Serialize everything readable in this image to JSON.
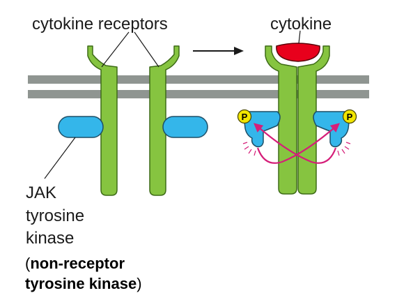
{
  "labels": {
    "receptors": "cytokine receptors",
    "cytokine": "cytokine",
    "jak_line1": "JAK",
    "jak_line2": "tyrosine",
    "jak_line3": "kinase",
    "nonreceptor_open": "(",
    "nonreceptor_line1": "non-receptor",
    "nonreceptor_line2": "tyrosine kinase",
    "nonreceptor_close": ")",
    "phosphate_left": "P",
    "phosphate_right": "P"
  },
  "colors": {
    "receptor": "#86c440",
    "membrane": "#8f9591",
    "jak": "#34b6ea",
    "cytokine": "#e8001c",
    "phosphate": "#f2e600",
    "arrows": "#d51e79"
  }
}
